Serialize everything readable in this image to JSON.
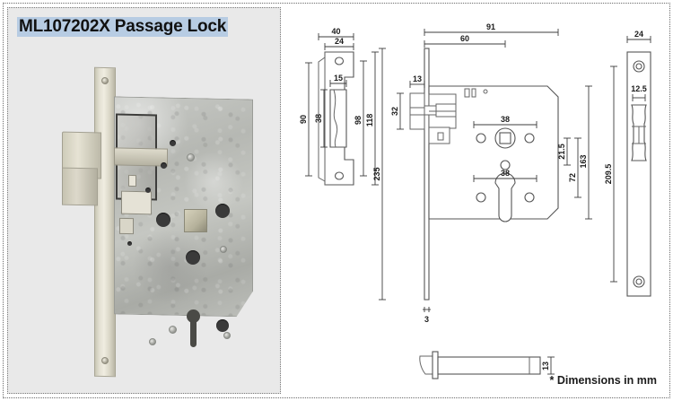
{
  "product": {
    "title": "ML107202X Passage Lock"
  },
  "photo": {
    "alt_name": "mortise-passage-lock-body-photo"
  },
  "footnote": "* Dimensions in mm",
  "drawings": {
    "strike_plate": {
      "name": "strike-plate-drawing",
      "dims": {
        "width_outer": "40",
        "width_plate": "24",
        "cutout_width": "15",
        "lip_height": "90",
        "cutout_height": "38",
        "hole_spacing": "98",
        "plate_height": "118"
      }
    },
    "lock_body": {
      "name": "lock-body-drawing",
      "dims": {
        "case_depth_total": "91",
        "backset_depth": "60",
        "latch_projection": "13",
        "latch_height": "32",
        "faceplate_height": "235",
        "faceplate_thickness": "3",
        "spindle_to_edge": "38",
        "cylinder_to_edge": "38",
        "offset_small": "21.5",
        "centre_distance": "72",
        "hole_span": "163"
      }
    },
    "faceplate": {
      "name": "faceplate-drawing",
      "dims": {
        "width": "24",
        "latch_width": "12.5",
        "height": "209.5"
      }
    },
    "latch_profile": {
      "name": "latch-bolt-profile-drawing",
      "dims": {
        "thickness": "13"
      }
    }
  }
}
